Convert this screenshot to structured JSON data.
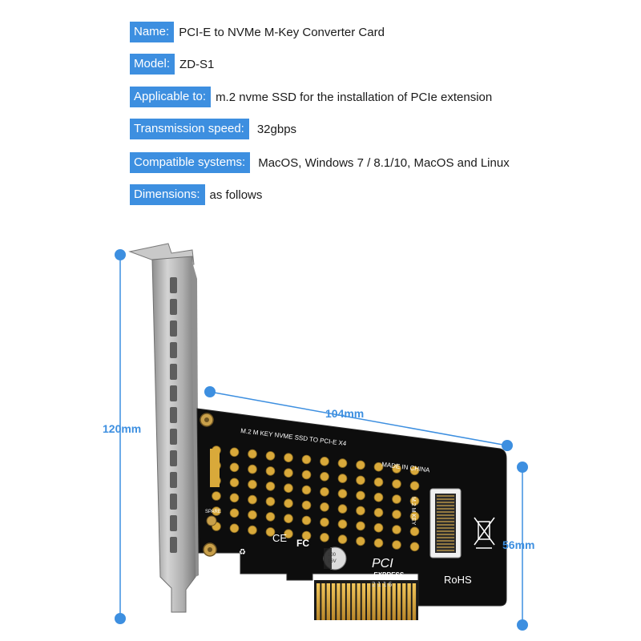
{
  "specs": [
    {
      "label": "Name:",
      "value": "PCI-E to NVMe M-Key Converter Card"
    },
    {
      "label": "Model:",
      "value": "ZD-S1"
    },
    {
      "label": "Applicable to:",
      "value": "m.2 nvme SSD for the installation of PCIe extension"
    },
    {
      "label": "Transmission speed:",
      "value": "32gbps"
    },
    {
      "label": "Compatible systems:",
      "value": "MacOS, Windows 7 / 8.1/10, MacOS and Linux"
    },
    {
      "label": "Dimensions:",
      "value": "as follows"
    }
  ],
  "dimensions": {
    "height": "120mm",
    "width": "104mm",
    "card_height": "56mm"
  },
  "board": {
    "title": "M.2 M KEY NVME SSD TO PCI-E X4",
    "made_in": "MADE IN CHINA",
    "side_text": "M.2 M KEY",
    "rohs": "RoHS",
    "pci_top": "PCI",
    "pci_bottom": "EXPRESS",
    "spare": "SPARE",
    "ce": "CE",
    "fc": "FC",
    "date_code": "2116",
    "cap_top": "100",
    "cap_bottom": "16V"
  },
  "colors": {
    "accent": "#3d8fe0",
    "pcb": "#0d0d0d",
    "gold": "#d9a93a",
    "bracket": "#b9b9b9"
  }
}
